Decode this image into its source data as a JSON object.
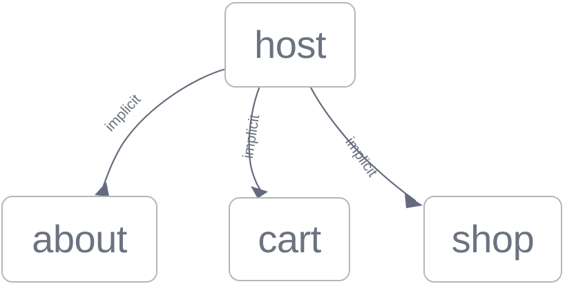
{
  "diagram": {
    "type": "directed-graph",
    "background_color": "#ffffff",
    "node_border_color": "#b6b6b8",
    "node_fill_color": "#ffffff",
    "text_color": "#6b7280",
    "edge_color": "#656b7e",
    "nodes": [
      {
        "id": "host",
        "label": "host"
      },
      {
        "id": "about",
        "label": "about"
      },
      {
        "id": "cart",
        "label": "cart"
      },
      {
        "id": "shop",
        "label": "shop"
      }
    ],
    "edges": [
      {
        "from": "host",
        "to": "about",
        "label": "implicit"
      },
      {
        "from": "host",
        "to": "cart",
        "label": "implicit"
      },
      {
        "from": "host",
        "to": "shop",
        "label": "implicit"
      }
    ]
  }
}
